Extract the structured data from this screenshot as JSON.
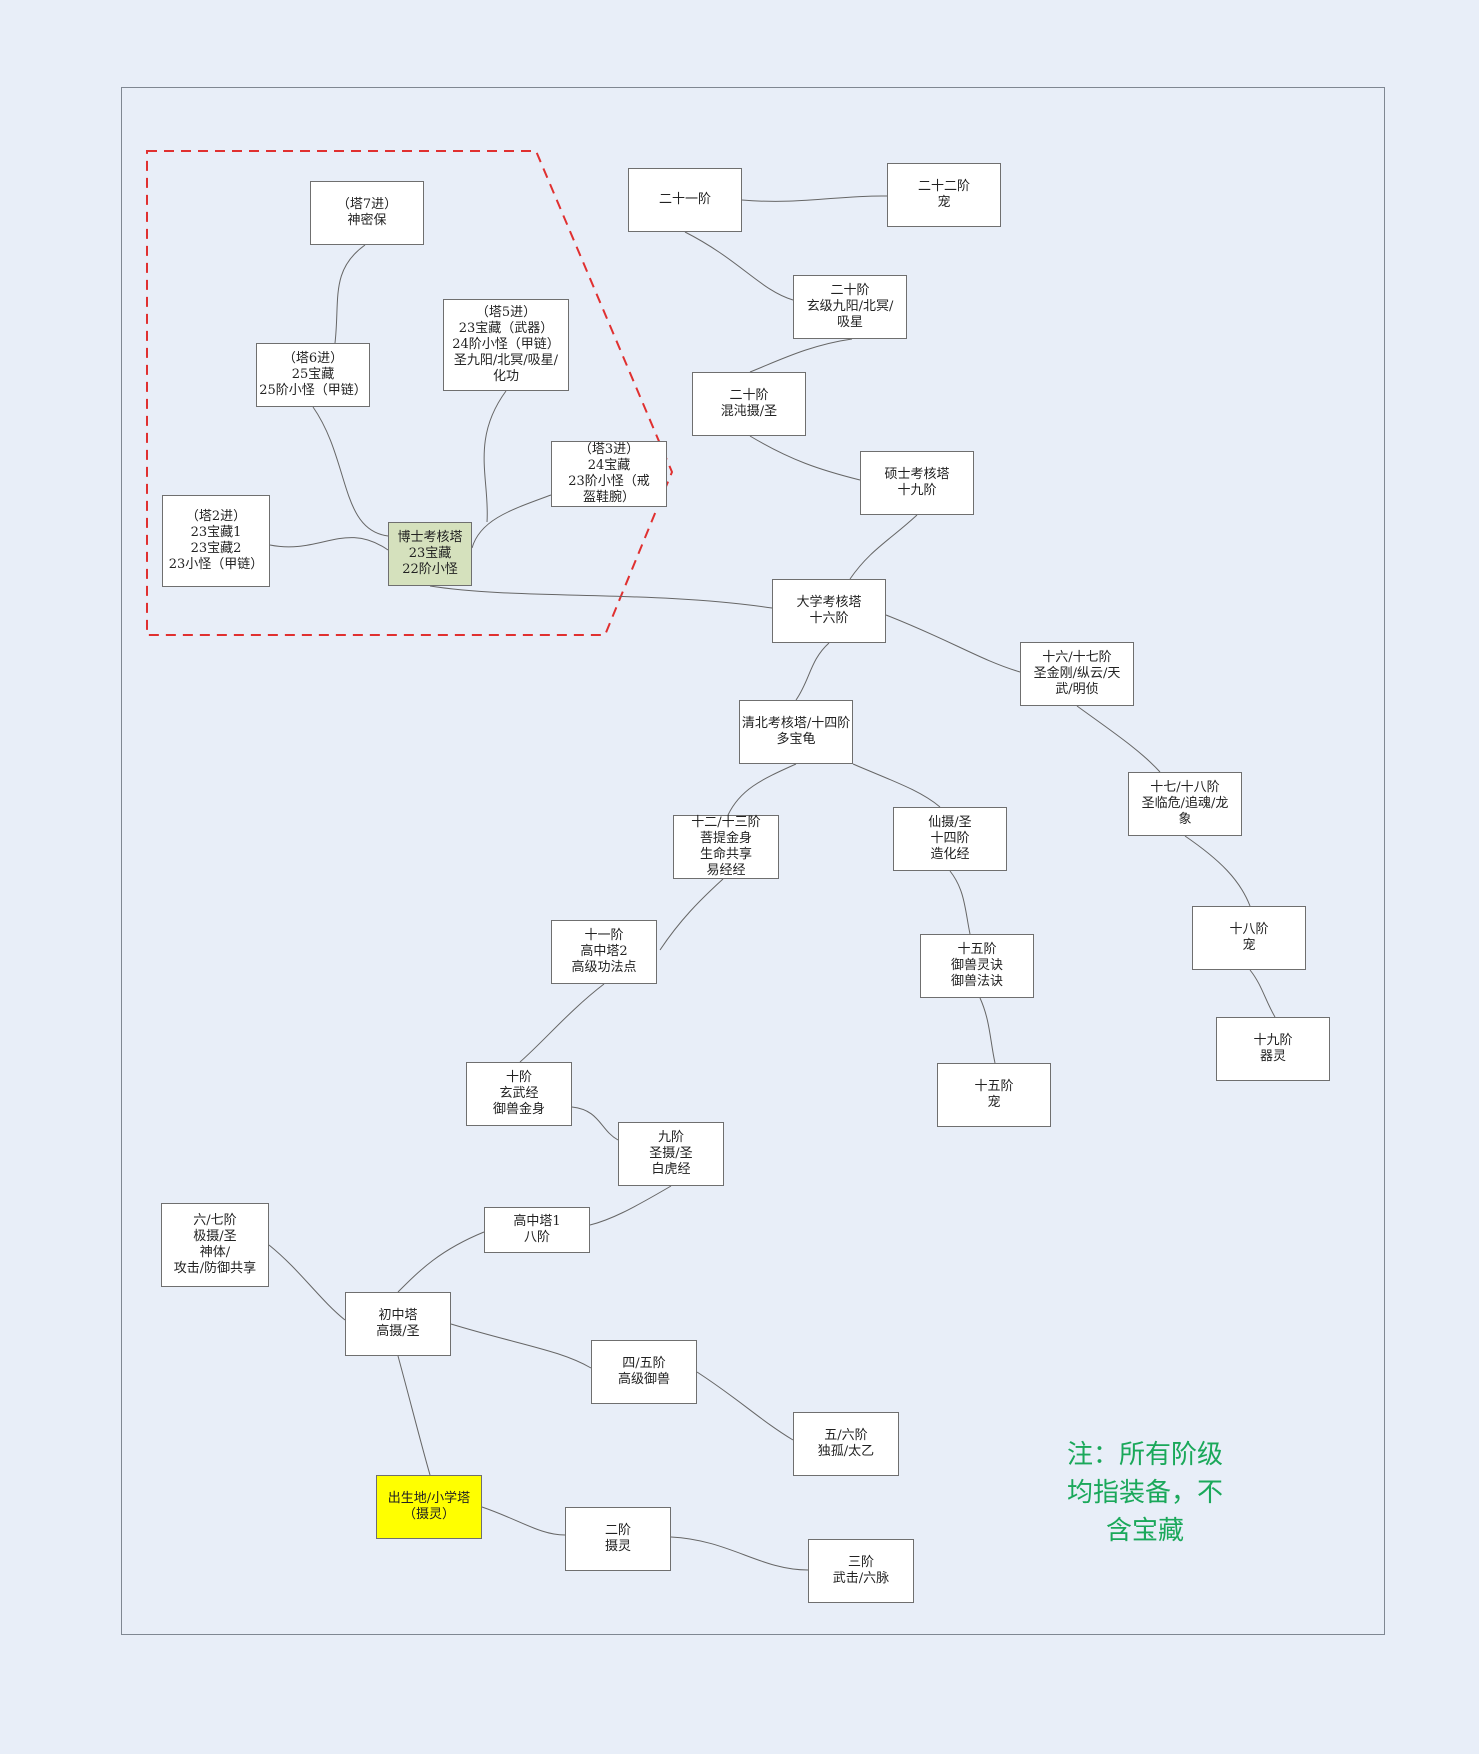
{
  "nodes": {
    "t7": [
      "（塔7进）",
      "神密保"
    ],
    "t6": [
      "（塔6进）",
      "25宝藏",
      "25阶小怪（甲链）"
    ],
    "t5": [
      "（塔5进）",
      "23宝藏（武器）",
      "24阶小怪（甲链）",
      "圣九阳/北冥/吸星/",
      "化功"
    ],
    "t3": [
      "（塔3进）",
      "24宝藏",
      "23阶小怪（戒",
      "盔鞋腕）"
    ],
    "t2": [
      "（塔2进）",
      "23宝藏1",
      "23宝藏2",
      "23小怪（甲链）"
    ],
    "doctor": [
      "博士考核塔",
      "23宝藏",
      "22阶小怪"
    ],
    "g21": [
      "二十一阶"
    ],
    "g22": [
      "二十二阶",
      "宠"
    ],
    "g20a": [
      "二十阶",
      "玄级九阳/北冥/",
      "吸星"
    ],
    "g20b": [
      "二十阶",
      "混沌摄/圣"
    ],
    "master": [
      "硕士考核塔",
      "十九阶"
    ],
    "univ": [
      "大学考核塔",
      "十六阶"
    ],
    "g1617": [
      "十六/十七阶",
      "圣金刚/纵云/天",
      "武/明侦"
    ],
    "qb": [
      "清北考核塔/十四阶",
      "多宝龟"
    ],
    "g1718": [
      "十七/十八阶",
      "圣临危/追魂/龙",
      "象"
    ],
    "g1213": [
      "十二/十三阶",
      "菩提金身",
      "生命共享",
      "易经经"
    ],
    "xian": [
      "仙摄/圣",
      "十四阶",
      "造化经"
    ],
    "g18": [
      "十八阶",
      "宠"
    ],
    "g11": [
      "十一阶",
      "高中塔2",
      "高级功法点"
    ],
    "g15a": [
      "十五阶",
      "御兽灵诀",
      "御兽法诀"
    ],
    "g19": [
      "十九阶",
      "器灵"
    ],
    "g10": [
      "十阶",
      "玄武经",
      "御兽金身"
    ],
    "g15b": [
      "十五阶",
      "宠"
    ],
    "g9": [
      "九阶",
      "圣摄/圣",
      "白虎经"
    ],
    "g67": [
      "六/七阶",
      "极摄/圣",
      "神体/",
      "攻击/防御共享"
    ],
    "hs1": [
      "高中塔1",
      "八阶"
    ],
    "mid": [
      "初中塔",
      "高摄/圣"
    ],
    "g45": [
      "四/五阶",
      "高级御兽"
    ],
    "g56": [
      "五/六阶",
      "独孤/太乙"
    ],
    "birth": [
      "出生地/小学塔",
      "（摄灵）"
    ],
    "g2": [
      "二阶",
      "摄灵"
    ],
    "g3": [
      "三阶",
      "武击/六脉"
    ]
  },
  "note": [
    "注：所有阶级",
    "均指装备，不",
    "含宝藏"
  ],
  "colors": {
    "background": "#e8eef8",
    "node_fill": "#ffffff",
    "start_fill": "#ffff00",
    "doctor_fill": "#d5e1bd",
    "dashed_outline": "#e03030",
    "connector": "#666666",
    "note_text": "#1aa85a"
  }
}
